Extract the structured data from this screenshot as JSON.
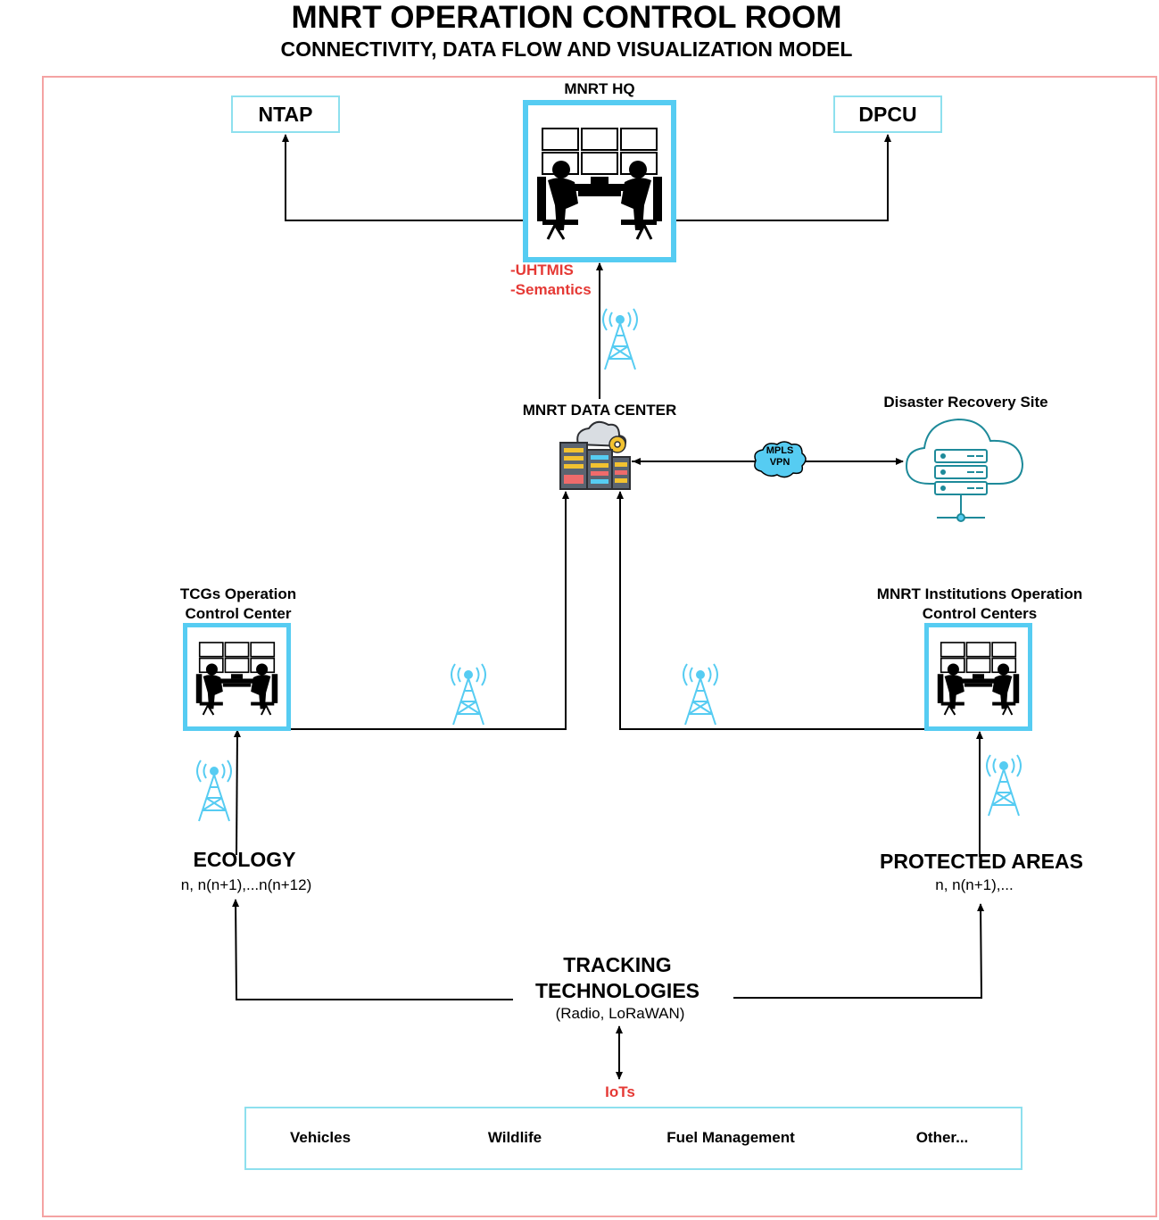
{
  "title": "MNRT OPERATION CONTROL ROOM",
  "subtitle": "CONNECTIVITY, DATA FLOW AND VISUALIZATION MODEL",
  "nodes": {
    "ntap": "NTAP",
    "dpcu": "DPCU",
    "hq": "MNRT HQ",
    "hq_notes": [
      "-UHTMIS",
      "-Semantics"
    ],
    "data_center": "MNRT DATA CENTER",
    "dr_site": "Disaster Recovery Site",
    "vpn": [
      "MPLS",
      "VPN"
    ],
    "tcgs": [
      "TCGs Operation",
      "Control Center"
    ],
    "institutions": [
      "MNRT Institutions Operation",
      "Control Centers"
    ],
    "ecology": "ECOLOGY",
    "ecology_sub": "n, n(n+1),...n(n+12)",
    "protected": "PROTECTED AREAS",
    "protected_sub": "n, n(n+1),...",
    "tracking": [
      "TRACKING",
      "TECHNOLOGIES"
    ],
    "tracking_sub": "(Radio, LoRaWAN)",
    "iots": "IoTs"
  },
  "iot_items": [
    "Vehicles",
    "Wildlife",
    "Fuel Management",
    "Other..."
  ],
  "icons": {
    "control_room": "control-room-icon",
    "tower": "radio-tower-icon",
    "data_center": "data-center-icon",
    "cloud_server": "cloud-server-icon",
    "vpn_cloud": "cloud-icon"
  },
  "colors": {
    "frame": "#f4a3a3",
    "cyan": "#56ccf2",
    "cyan_light": "#8ee0ee",
    "red_text": "#e53935",
    "teal": "#1e8a9a"
  }
}
